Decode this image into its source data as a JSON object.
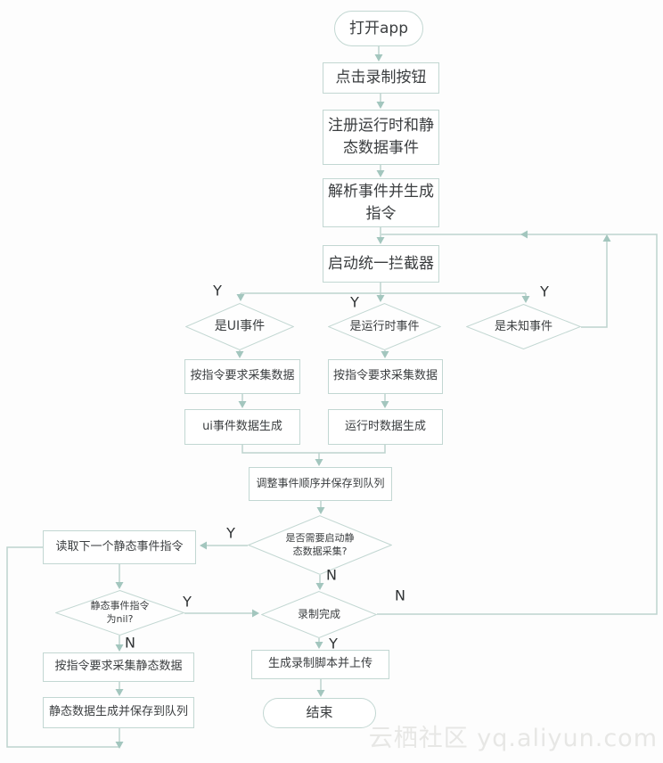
{
  "diagram": {
    "nodes": {
      "start": {
        "label": "打开app",
        "shape": "terminator"
      },
      "click_record": {
        "label": "点击录制按钮",
        "shape": "process"
      },
      "register_events": {
        "label": "注册运行时和静态数据事件",
        "shape": "process"
      },
      "parse_events": {
        "label": "解析事件并生成指令",
        "shape": "process"
      },
      "start_interceptor": {
        "label": "启动统一拦截器",
        "shape": "process"
      },
      "is_ui_event": {
        "label": "是UI事件",
        "shape": "decision"
      },
      "is_runtime_event": {
        "label": "是运行时事件",
        "shape": "decision"
      },
      "is_unknown_event": {
        "label": "是未知事件",
        "shape": "decision"
      },
      "collect_data_ui": {
        "label": "按指令要求采集数据",
        "shape": "process"
      },
      "collect_data_runtime": {
        "label": "按指令要求采集数据",
        "shape": "process"
      },
      "ui_event_data_gen": {
        "label": "ui事件数据生成",
        "shape": "process"
      },
      "runtime_data_gen": {
        "label": "运行时数据生成",
        "shape": "process"
      },
      "adjust_order": {
        "label": "调整事件顺序并保存到队列",
        "shape": "process"
      },
      "need_static": {
        "label": "是否需要启动静态数据采集?",
        "shape": "decision"
      },
      "read_next_static": {
        "label": "读取下一个静态事件指令",
        "shape": "process"
      },
      "static_nil": {
        "label": "静态事件指令为nil?",
        "shape": "decision"
      },
      "record_done": {
        "label": "录制完成",
        "shape": "decision"
      },
      "collect_static": {
        "label": "按指令要求采集静态数据",
        "shape": "process"
      },
      "static_data_gen": {
        "label": "静态数据生成并保存到队列",
        "shape": "process"
      },
      "gen_script": {
        "label": "生成录制脚本并上传",
        "shape": "process"
      },
      "end": {
        "label": "结束",
        "shape": "terminator"
      }
    },
    "edge_labels": [
      {
        "text": "Y"
      },
      {
        "text": "Y"
      },
      {
        "text": "Y"
      },
      {
        "text": "Y"
      },
      {
        "text": "N"
      },
      {
        "text": "Y"
      },
      {
        "text": "N"
      },
      {
        "text": "N"
      },
      {
        "text": "Y"
      }
    ],
    "edges": [
      {
        "from": "start",
        "to": "click_record"
      },
      {
        "from": "click_record",
        "to": "register_events"
      },
      {
        "from": "register_events",
        "to": "parse_events"
      },
      {
        "from": "parse_events",
        "to": "start_interceptor"
      },
      {
        "from": "start_interceptor",
        "to": "is_ui_event",
        "label": "Y"
      },
      {
        "from": "start_interceptor",
        "to": "is_runtime_event",
        "label": "Y"
      },
      {
        "from": "start_interceptor",
        "to": "is_unknown_event",
        "label": "Y"
      },
      {
        "from": "is_ui_event",
        "to": "collect_data_ui"
      },
      {
        "from": "is_runtime_event",
        "to": "collect_data_runtime"
      },
      {
        "from": "is_unknown_event",
        "to": "start_interceptor"
      },
      {
        "from": "collect_data_ui",
        "to": "ui_event_data_gen"
      },
      {
        "from": "collect_data_runtime",
        "to": "runtime_data_gen"
      },
      {
        "from": "ui_event_data_gen",
        "to": "adjust_order"
      },
      {
        "from": "runtime_data_gen",
        "to": "adjust_order"
      },
      {
        "from": "adjust_order",
        "to": "need_static"
      },
      {
        "from": "need_static",
        "to": "read_next_static",
        "label": "Y"
      },
      {
        "from": "need_static",
        "to": "record_done",
        "label": "N"
      },
      {
        "from": "read_next_static",
        "to": "static_nil"
      },
      {
        "from": "static_nil",
        "to": "record_done",
        "label": "Y"
      },
      {
        "from": "static_nil",
        "to": "collect_static",
        "label": "N"
      },
      {
        "from": "collect_static",
        "to": "static_data_gen"
      },
      {
        "from": "static_data_gen",
        "to": "read_next_static"
      },
      {
        "from": "record_done",
        "to": "gen_script",
        "label": "Y"
      },
      {
        "from": "record_done",
        "to": "start_interceptor",
        "label": "N"
      },
      {
        "from": "gen_script",
        "to": "end"
      }
    ],
    "colors": {
      "line": "#c2d7d2",
      "arrow": "#a3c6be",
      "node_text": "#3b3e40",
      "edge_label_text": "#2f3234",
      "background": "#fdfdfd"
    }
  },
  "watermark": {
    "text": "云栖社区 yq.aliyun.com"
  }
}
